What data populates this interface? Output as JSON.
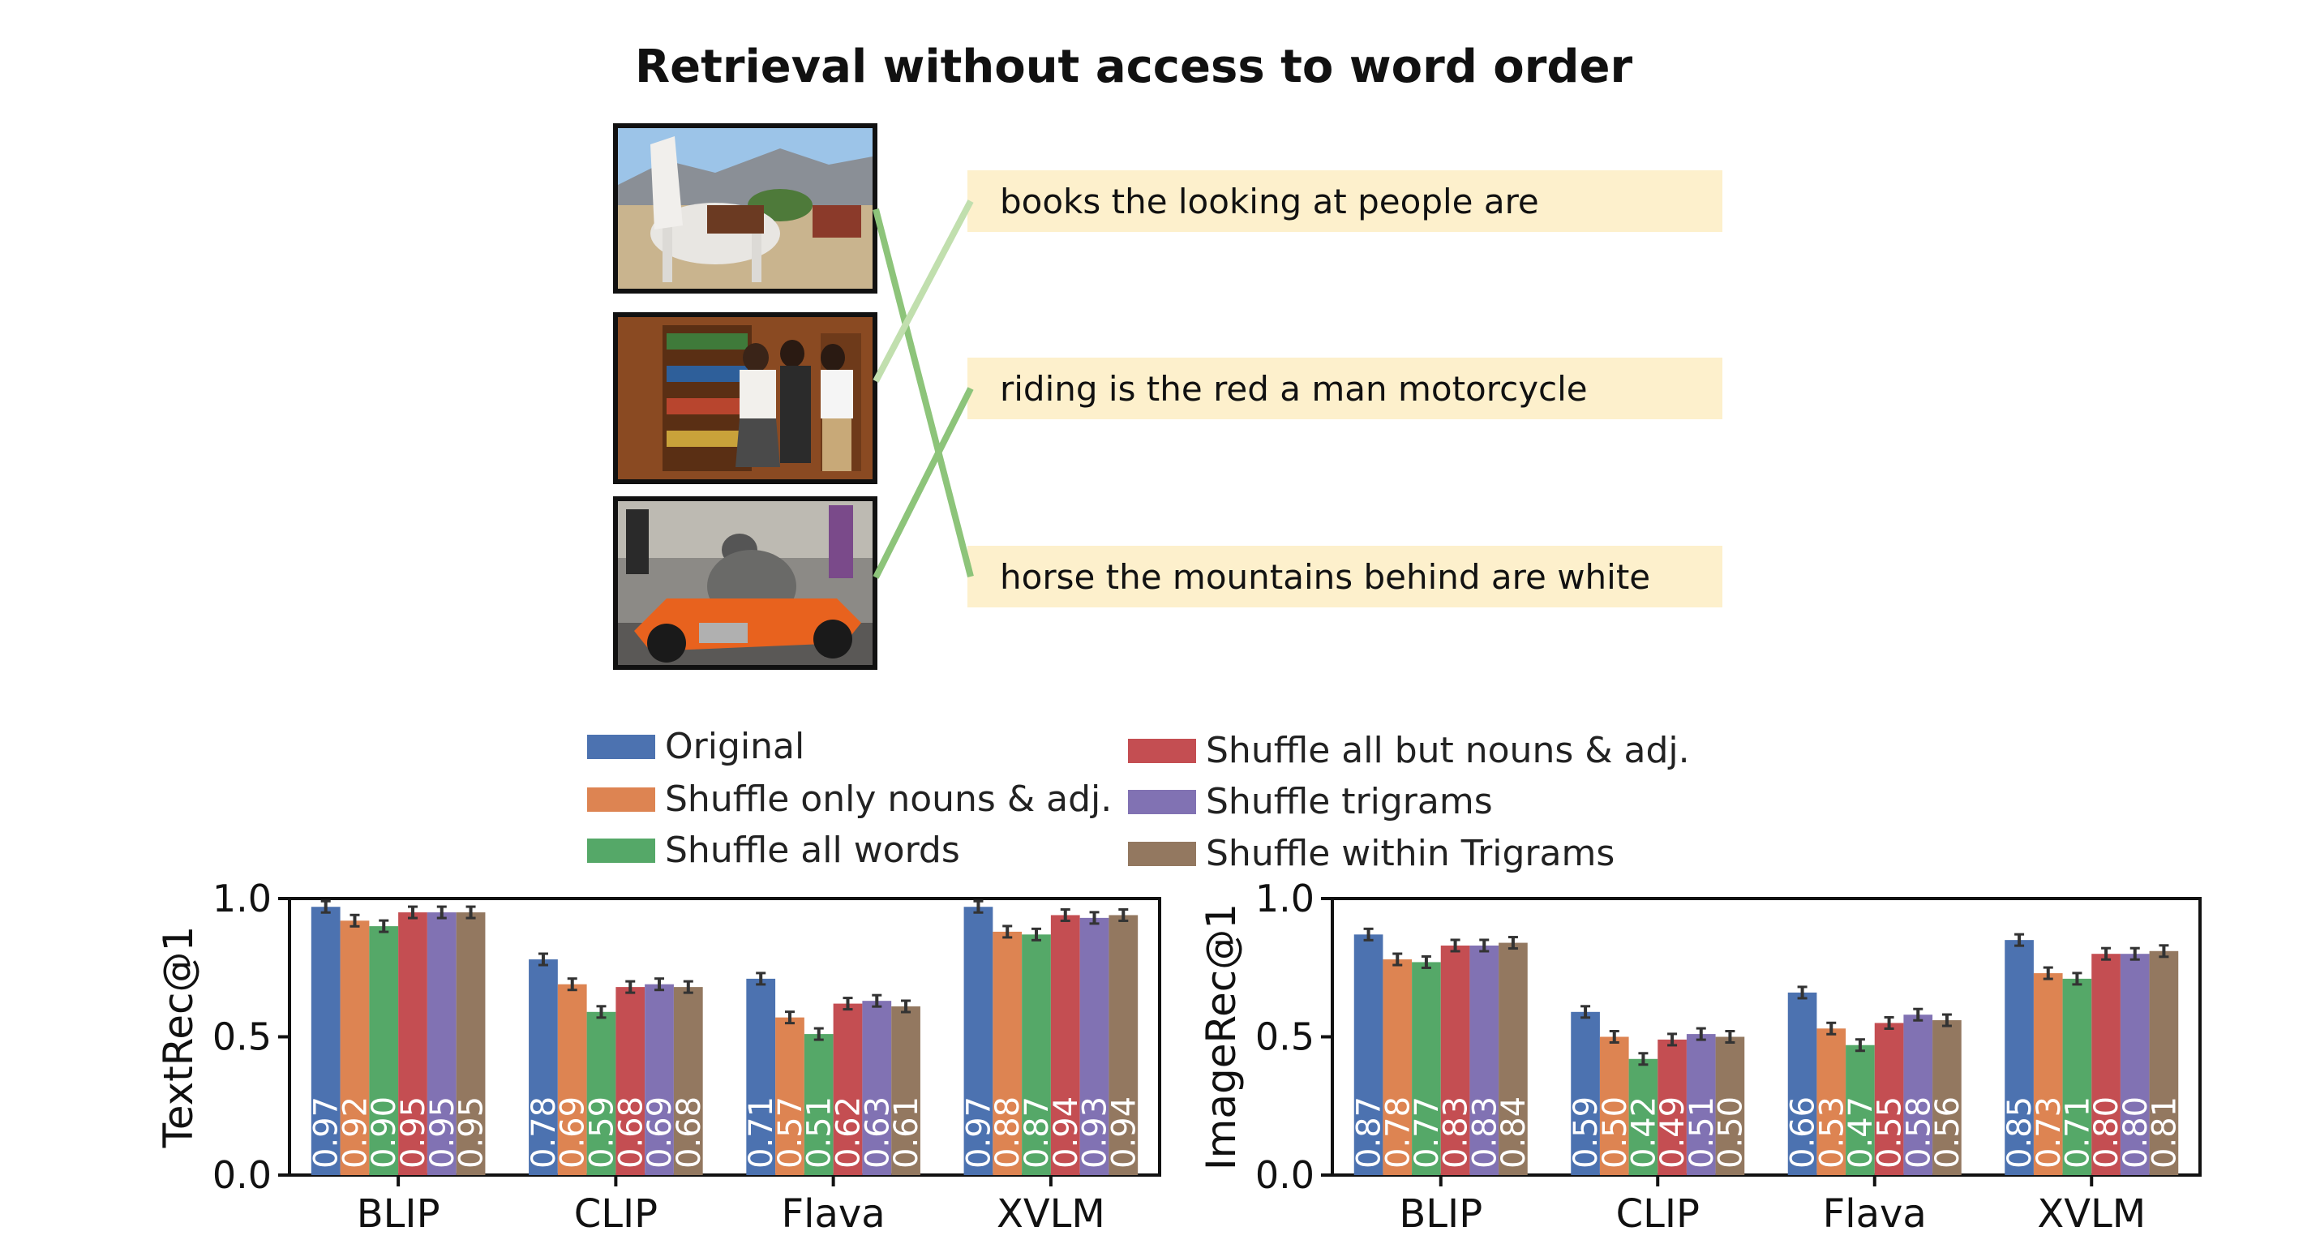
{
  "figure": {
    "title": "Retrieval without access to word order",
    "images": [
      {
        "subject": "white horse with saddle in front of mountains"
      },
      {
        "subject": "people looking at books on shelves"
      },
      {
        "subject": "man riding an orange motorcycle"
      }
    ],
    "captions": [
      "books the looking at people are",
      "riding is the red a man motorcycle",
      "horse the mountains behind are white"
    ],
    "connector_color": "#8dc47a",
    "caption_bg": "#fdf0cc"
  },
  "legend": [
    {
      "label": "Original",
      "color": "#4c72b0"
    },
    {
      "label": "Shuffle only nouns & adj.",
      "color": "#dd8452"
    },
    {
      "label": "Shuffle all words",
      "color": "#55a868"
    },
    {
      "label": "Shuffle all but nouns & adj.",
      "color": "#c44e52"
    },
    {
      "label": "Shuffle trigrams",
      "color": "#8172b3"
    },
    {
      "label": "Shuffle within Trigrams",
      "color": "#937860"
    }
  ],
  "chart_data": [
    {
      "type": "bar",
      "ylabel": "TextRec@1",
      "xlabel": "",
      "ylim": [
        0,
        1
      ],
      "yticks": [
        "0.0",
        "0.5",
        "1.0"
      ],
      "categories": [
        "BLIP",
        "CLIP",
        "Flava",
        "XVLM"
      ],
      "series": [
        {
          "name": "Original",
          "values": [
            0.97,
            0.78,
            0.71,
            0.97
          ],
          "labels": [
            "0.97",
            "0.78",
            "0.71",
            "0.97"
          ]
        },
        {
          "name": "Shuffle only nouns & adj.",
          "values": [
            0.92,
            0.69,
            0.57,
            0.88
          ],
          "labels": [
            "0.92",
            "0.69",
            "0.57",
            "0.88"
          ]
        },
        {
          "name": "Shuffle all words",
          "values": [
            0.9,
            0.59,
            0.51,
            0.87
          ],
          "labels": [
            "0.90",
            "0.59",
            "0.51",
            "0.87"
          ]
        },
        {
          "name": "Shuffle all but nouns & adj.",
          "values": [
            0.95,
            0.68,
            0.62,
            0.94
          ],
          "labels": [
            "0.95",
            "0.68",
            "0.62",
            "0.94"
          ]
        },
        {
          "name": "Shuffle trigrams",
          "values": [
            0.95,
            0.69,
            0.63,
            0.93
          ],
          "labels": [
            "0.95",
            "0.69",
            "0.63",
            "0.93"
          ]
        },
        {
          "name": "Shuffle within Trigrams",
          "values": [
            0.95,
            0.68,
            0.61,
            0.94
          ],
          "labels": [
            "0.95",
            "0.68",
            "0.61",
            "0.94"
          ]
        }
      ],
      "legend": "top"
    },
    {
      "type": "bar",
      "ylabel": "ImageRec@1",
      "xlabel": "",
      "ylim": [
        0,
        1
      ],
      "yticks": [
        "0.0",
        "0.5",
        "1.0"
      ],
      "categories": [
        "BLIP",
        "CLIP",
        "Flava",
        "XVLM"
      ],
      "series": [
        {
          "name": "Original",
          "values": [
            0.87,
            0.59,
            0.66,
            0.85
          ],
          "labels": [
            "0.87",
            "0.59",
            "0.66",
            "0.85"
          ]
        },
        {
          "name": "Shuffle only nouns & adj.",
          "values": [
            0.78,
            0.5,
            0.53,
            0.73
          ],
          "labels": [
            "0.78",
            "0.50",
            "0.53",
            "0.73"
          ]
        },
        {
          "name": "Shuffle all words",
          "values": [
            0.77,
            0.42,
            0.47,
            0.71
          ],
          "labels": [
            "0.77",
            "0.42",
            "0.47",
            "0.71"
          ]
        },
        {
          "name": "Shuffle all but nouns & adj.",
          "values": [
            0.83,
            0.49,
            0.55,
            0.8
          ],
          "labels": [
            "0.83",
            "0.49",
            "0.55",
            "0.80"
          ]
        },
        {
          "name": "Shuffle trigrams",
          "values": [
            0.83,
            0.51,
            0.58,
            0.8
          ],
          "labels": [
            "0.83",
            "0.51",
            "0.58",
            "0.80"
          ]
        },
        {
          "name": "Shuffle within Trigrams",
          "values": [
            0.84,
            0.5,
            0.56,
            0.81
          ],
          "labels": [
            "0.84",
            "0.50",
            "0.56",
            "0.81"
          ]
        }
      ],
      "legend": "top"
    }
  ]
}
